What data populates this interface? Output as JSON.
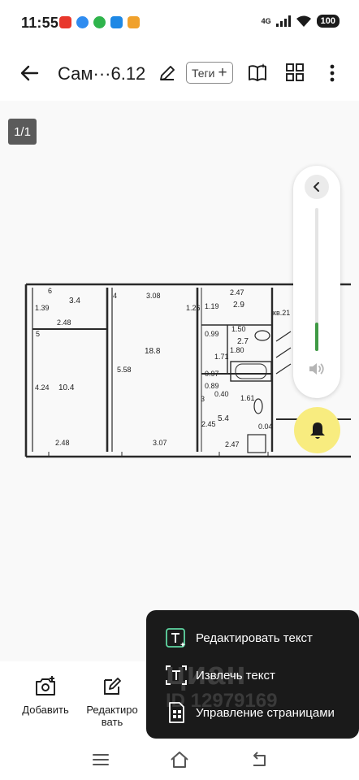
{
  "status_bar": {
    "time": "11:55",
    "network": "4G",
    "battery": "100",
    "app_icon_colors": [
      "#e8372c",
      "#2f8cf0",
      "#2fb44c",
      "#1e88e5",
      "#f0a12c"
    ]
  },
  "toolbar": {
    "title": "Сам···6.12",
    "tags_label": "Теги",
    "tags_plus": "+"
  },
  "page_counter": "1/1",
  "floorplan": {
    "rooms": [
      {
        "area": "3.4"
      },
      {
        "area": "18.8"
      },
      {
        "area": "2.9"
      },
      {
        "area": "2.7"
      },
      {
        "area": "10.4"
      },
      {
        "area": "5.4"
      }
    ],
    "dims": [
      "6",
      "4",
      "3.08",
      "2.47",
      "1.39",
      "1.26",
      "1.19",
      "2.48",
      "0.99",
      "1.50",
      "1.80",
      "1.71",
      "5.58",
      "0.97",
      "0.89",
      "0.40",
      "1.61",
      "3",
      "4.24",
      "2.45",
      "0.04",
      "2.48",
      "3.07",
      "2.47",
      "кв.21",
      "5"
    ]
  },
  "volume": {
    "level_fraction": 0.2
  },
  "bottom_actions": {
    "add_label": "Добавить",
    "edit_label_line1": "Редактиро",
    "edit_label_line2": "вать"
  },
  "popup_menu": {
    "items": [
      {
        "label": "Редактировать текст"
      },
      {
        "label": "Извлечь текст"
      },
      {
        "label": "Управление страницами"
      }
    ],
    "watermark": "циан",
    "watermark_id": "ID 12979169"
  }
}
